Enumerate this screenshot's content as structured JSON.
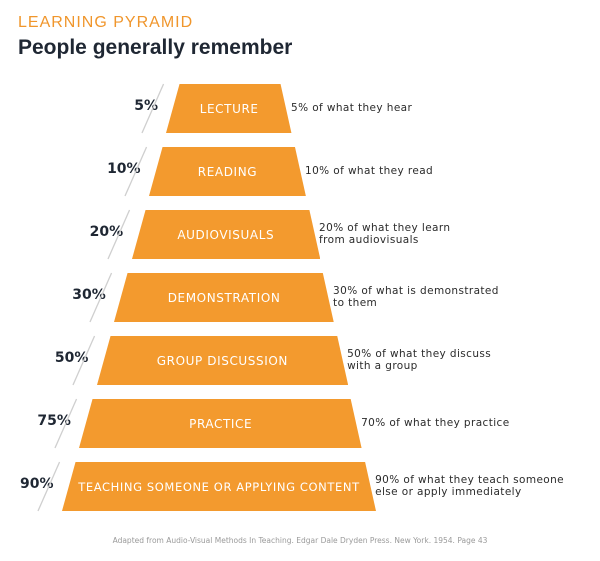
{
  "header": {
    "subtitle": "LEARNING PYRAMID",
    "title": "People generally remember"
  },
  "colors": {
    "tier": "#f39a2e",
    "accent": "#f0962c",
    "bracket": "#cfcfcf"
  },
  "tiers": [
    {
      "label": "LECTURE",
      "percent": "5%",
      "description": "5% of what they hear"
    },
    {
      "label": "READING",
      "percent": "10%",
      "description": "10% of what they read"
    },
    {
      "label": "AUDIOVISUALS",
      "percent": "20%",
      "description": "20% of what they learn\nfrom audiovisuals"
    },
    {
      "label": "DEMONSTRATION",
      "percent": "30%",
      "description": "30% of what is demonstrated\nto them"
    },
    {
      "label": "GROUP DISCUSSION",
      "percent": "50%",
      "description": "50% of what they discuss\nwith a group"
    },
    {
      "label": "PRACTICE",
      "percent": "75%",
      "description": "70% of what they practice"
    },
    {
      "label": "TEACHING SOMEONE OR APPLYING CONTENT",
      "percent": "90%",
      "description": "90% of what they teach someone\nelse or apply immediately"
    }
  ],
  "source": "Adapted from Audio-Visual Methods In Teaching. Edgar Dale Dryden Press. New York. 1954. Page 43"
}
